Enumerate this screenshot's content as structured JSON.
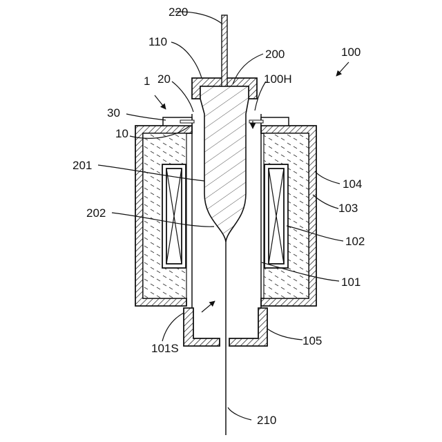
{
  "labels": {
    "l220": "220",
    "l110": "110",
    "l200": "200",
    "l100": "100",
    "l1": "1",
    "l20": "20",
    "l100H": "100H",
    "l30": "30",
    "l10": "10",
    "l201": "201",
    "l104": "104",
    "l103": "103",
    "l202": "202",
    "l102": "102",
    "l101": "101",
    "l101S": "101S",
    "l105": "105",
    "l210": "210"
  }
}
